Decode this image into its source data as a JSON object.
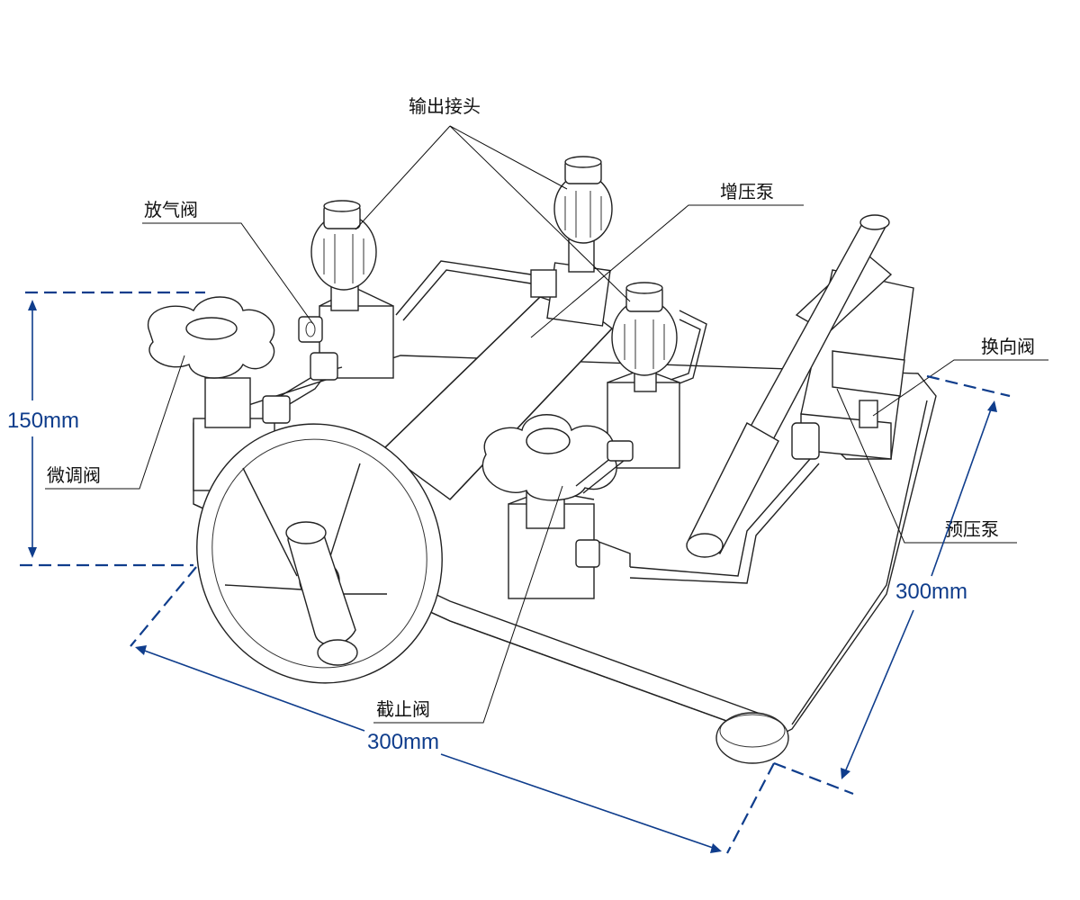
{
  "labels": {
    "output_connector": "输出接头",
    "booster_pump": "增压泵",
    "vent_valve": "放气阀",
    "reversing_valve": "换向阀",
    "fine_adjust_valve": "微调阀",
    "pre_pressure_pump": "预压泵",
    "stop_valve": "截止阀"
  },
  "dimensions": {
    "height": "150mm",
    "width_front": "300mm",
    "depth_right": "300mm"
  },
  "colors": {
    "dimension": "#0f3d8c",
    "outline": "#222222"
  }
}
